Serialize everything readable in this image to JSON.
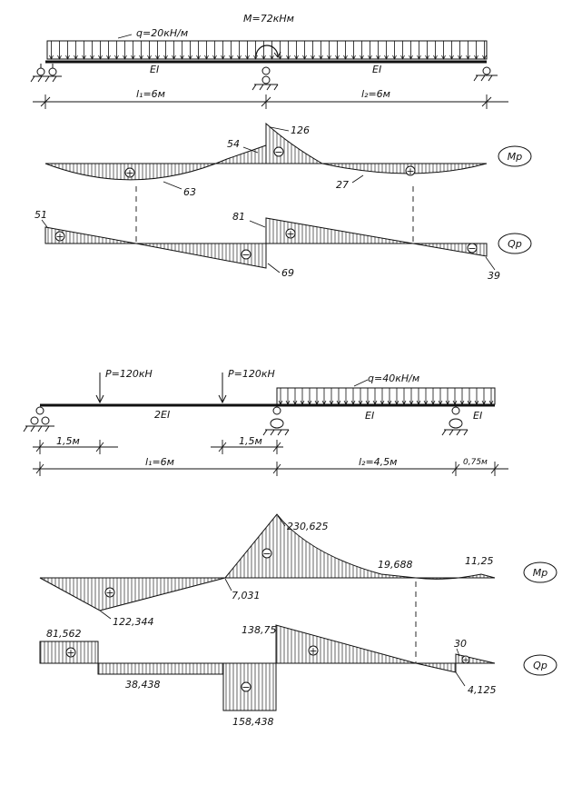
{
  "problem1": {
    "load_q": "q=20кН/м",
    "load_M": "M=72кНм",
    "stiffness_1": "EI",
    "stiffness_2": "EI",
    "span_1": "l₁=6м",
    "span_2": "l₂=6м",
    "moment_diagram": {
      "name": "Mp",
      "values": {
        "peak_left_span": "63",
        "left_of_support": "54",
        "right_of_support": "126",
        "right_span": "27"
      },
      "signs": [
        "+",
        "−",
        "+"
      ]
    },
    "shear_diagram": {
      "name": "Qp",
      "values": {
        "left_end": "51",
        "left_of_support": "69",
        "right_of_support": "81",
        "right_end": "39"
      },
      "signs": [
        "+",
        "−",
        "+",
        "−"
      ]
    }
  },
  "problem2": {
    "load_P1": "P=120кН",
    "load_P2": "P=120кН",
    "load_q": "q=40кН/м",
    "stiffness_1": "2EI",
    "stiffness_2": "EI",
    "stiffness_3": "EI",
    "dim_a": "1,5м",
    "dim_b": "1,5м",
    "span_1": "l₁=6м",
    "span_2": "l₂=4,5м",
    "overhang": "0,75м",
    "moment_diagram": {
      "name": "Mp",
      "values": {
        "peak_left": "122,344",
        "near_support_left": "7,031",
        "support": "230,625",
        "mid_right": "19,688",
        "right_support": "11,25"
      },
      "signs": [
        "+",
        "−"
      ]
    },
    "shear_diagram": {
      "name": "Qp",
      "values": {
        "left": "81,562",
        "middle": "38,438",
        "negative_left": "158,438",
        "right_of_support": "138,75",
        "right_support": "30",
        "end": "4,125"
      },
      "signs": [
        "+",
        "−",
        "+",
        "+"
      ]
    }
  }
}
